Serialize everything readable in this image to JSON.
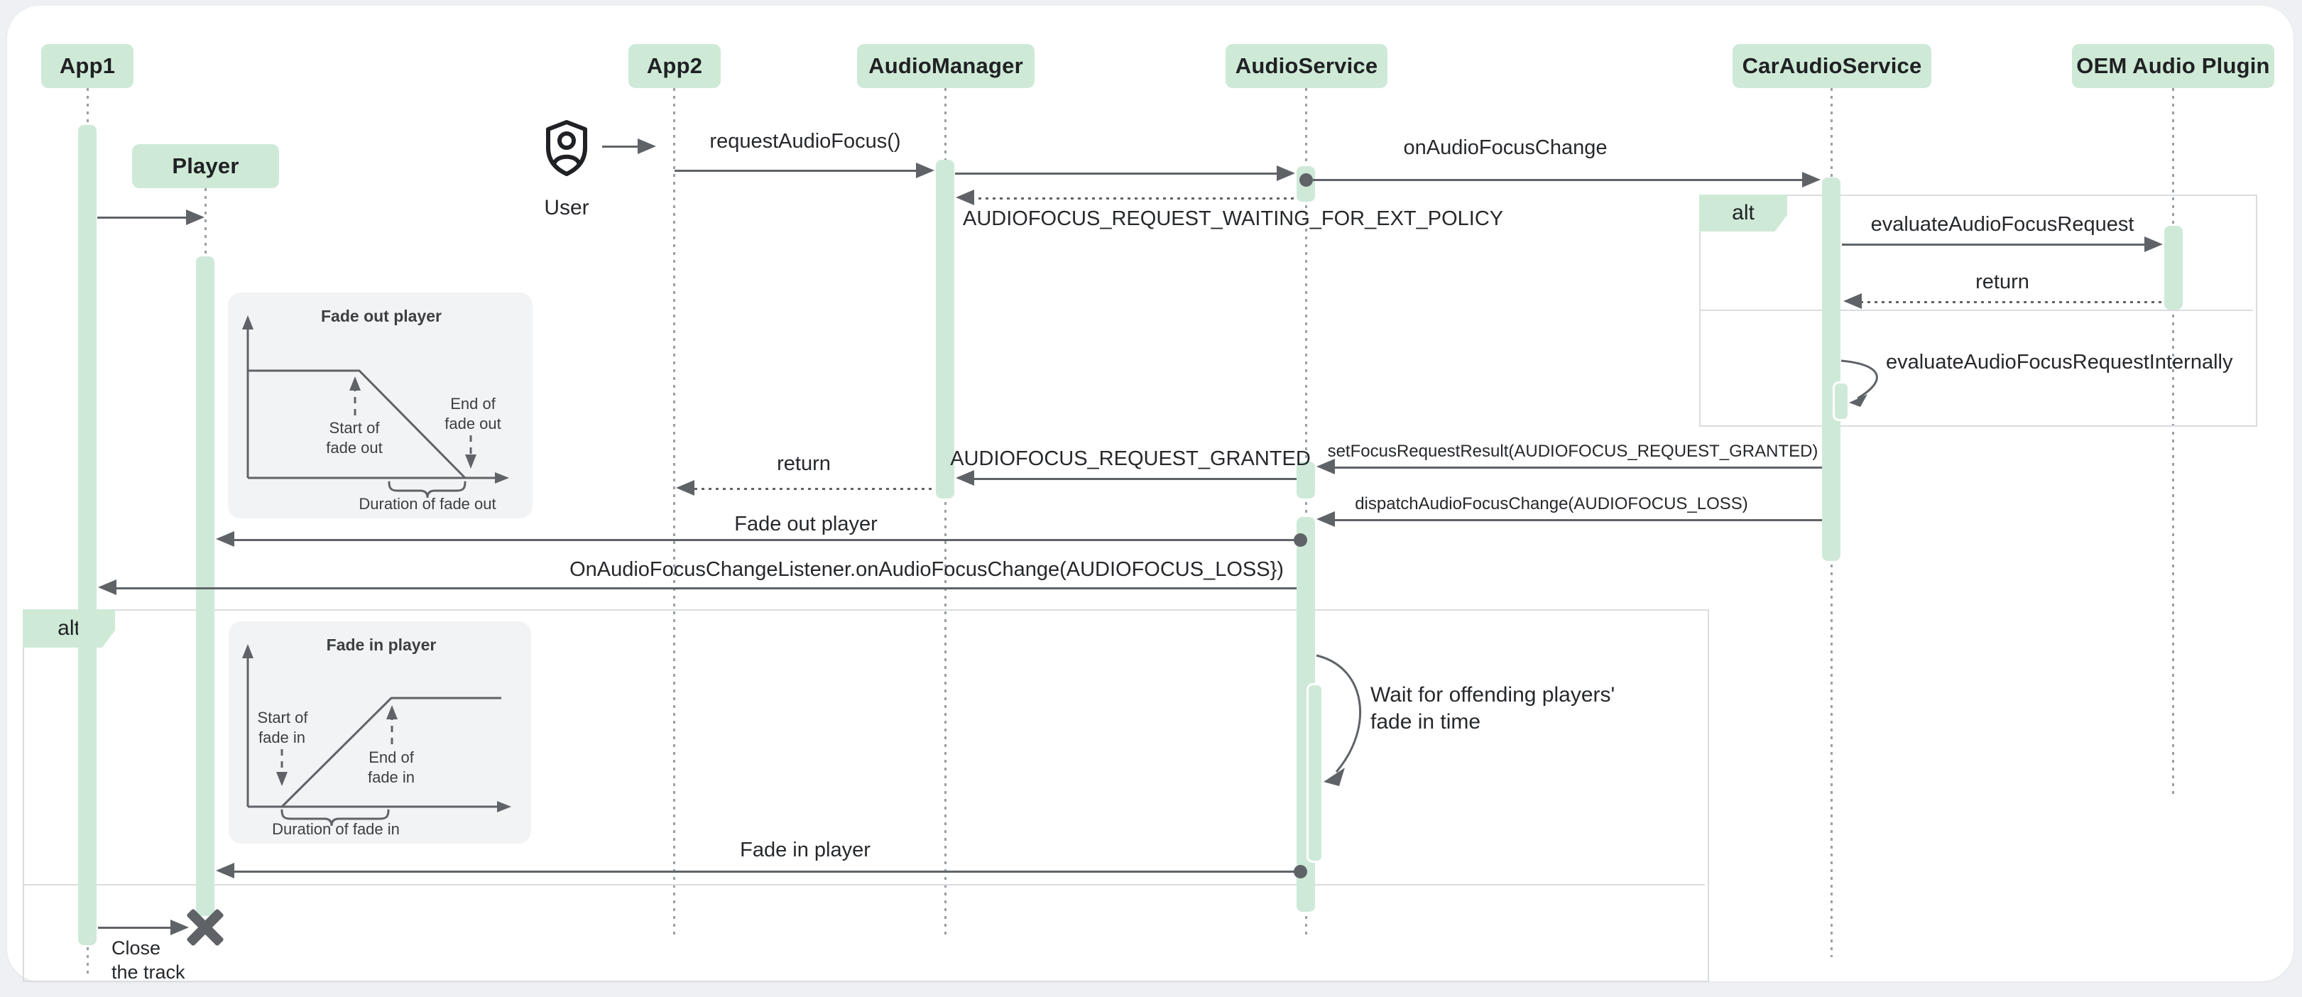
{
  "diagram": {
    "title_context": "Audio focus sequence diagram",
    "actors": [
      {
        "id": "app1",
        "label": "App1"
      },
      {
        "id": "player",
        "label": "Player"
      },
      {
        "id": "app2",
        "label": "App2"
      },
      {
        "id": "audiomanager",
        "label": "AudioManager"
      },
      {
        "id": "audioservice",
        "label": "AudioService"
      },
      {
        "id": "caraudioservice",
        "label": "CarAudioService"
      },
      {
        "id": "oem",
        "label": "OEM Audio Plugin"
      }
    ],
    "user": {
      "label": "User",
      "icon": "user-shield-icon"
    },
    "fragments": {
      "alt1_label": "alt",
      "alt2_label": "alt"
    },
    "messages": {
      "m_request": "requestAudioFocus()",
      "m_onchange": "onAudioFocusChange",
      "m_waiting": "AUDIOFOCUS_REQUEST_WAITING_FOR_EXT_POLICY",
      "m_evaluate": "evaluateAudioFocusRequest",
      "m_return1": "return",
      "m_eval_internal": "evaluateAudioFocusRequestInternally",
      "m_setresult": "setFocusRequestResult(AUDIOFOCUS_REQUEST_GRANTED)",
      "m_granted": "AUDIOFOCUS_REQUEST_GRANTED",
      "m_return2": "return",
      "m_dispatch": "dispatchAudioFocusChange(AUDIOFOCUS_LOSS)",
      "m_fadeout": "Fade out player",
      "m_listener": "OnAudioFocusChangeListener.onAudioFocusChange(AUDIOFOCUS_LOSS})",
      "m_wait1": "Wait for offending players'",
      "m_wait2": "fade in time",
      "m_fadein": "Fade in player",
      "m_close1": "Close",
      "m_close2": "the track"
    },
    "charts": {
      "fade_out": {
        "type": "line",
        "title": "Fade out player",
        "shape": "volume plateau then linear ramp down to zero",
        "points_norm": [
          [
            0,
            1
          ],
          [
            0.45,
            1
          ],
          [
            0.88,
            0
          ]
        ],
        "start_line1": "Start of",
        "start_line2": "fade out",
        "end_line1": "End of",
        "end_line2": "fade out",
        "duration": "Duration of fade out"
      },
      "fade_in": {
        "type": "line",
        "title": "Fade in player",
        "shape": "volume linear ramp up from zero then plateau",
        "points_norm": [
          [
            0.13,
            0
          ],
          [
            0.57,
            1
          ],
          [
            1,
            1
          ]
        ],
        "start_line1": "Start of",
        "start_line2": "fade in",
        "end_line1": "End of",
        "end_line2": "fade in",
        "duration": "Duration of fade in"
      }
    },
    "colors": {
      "green": "#ceead6",
      "bar_green": "#cfe9d8",
      "arrow": "#5f6368",
      "text": "#202124",
      "page_bg": "#eef0f3",
      "panel": "#ffffff",
      "fragment_border": "#dadce0",
      "chart_bg": "#f1f3f4",
      "lifeline": "#9aa0a6"
    }
  }
}
